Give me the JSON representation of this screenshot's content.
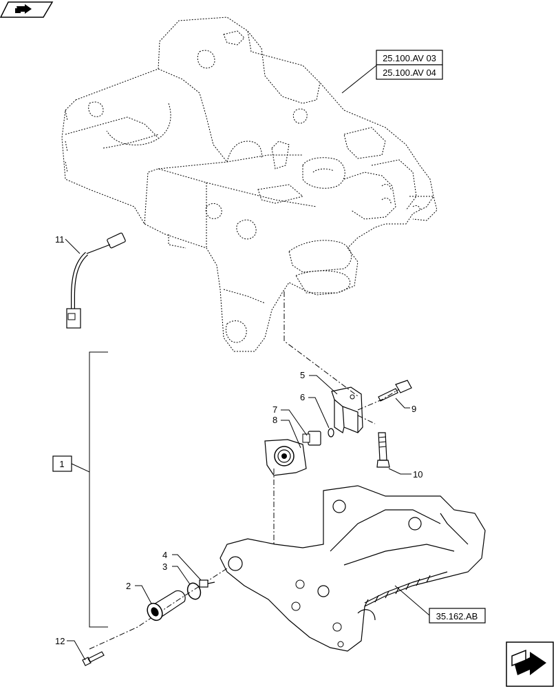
{
  "nav": {
    "top_icon": "section-forward-icon",
    "bottom_icon": "page-forward-icon"
  },
  "references": {
    "frame_ref_1": "25.100.AV 03",
    "frame_ref_2": "25.100.AV 04",
    "hitch_ref": "35.162.AB"
  },
  "group_label": "1",
  "callouts": {
    "c2": "2",
    "c3": "3",
    "c4": "4",
    "c5": "5",
    "c6": "6",
    "c7": "7",
    "c8": "8",
    "c9": "9",
    "c10": "10",
    "c11": "11",
    "c12": "12"
  }
}
